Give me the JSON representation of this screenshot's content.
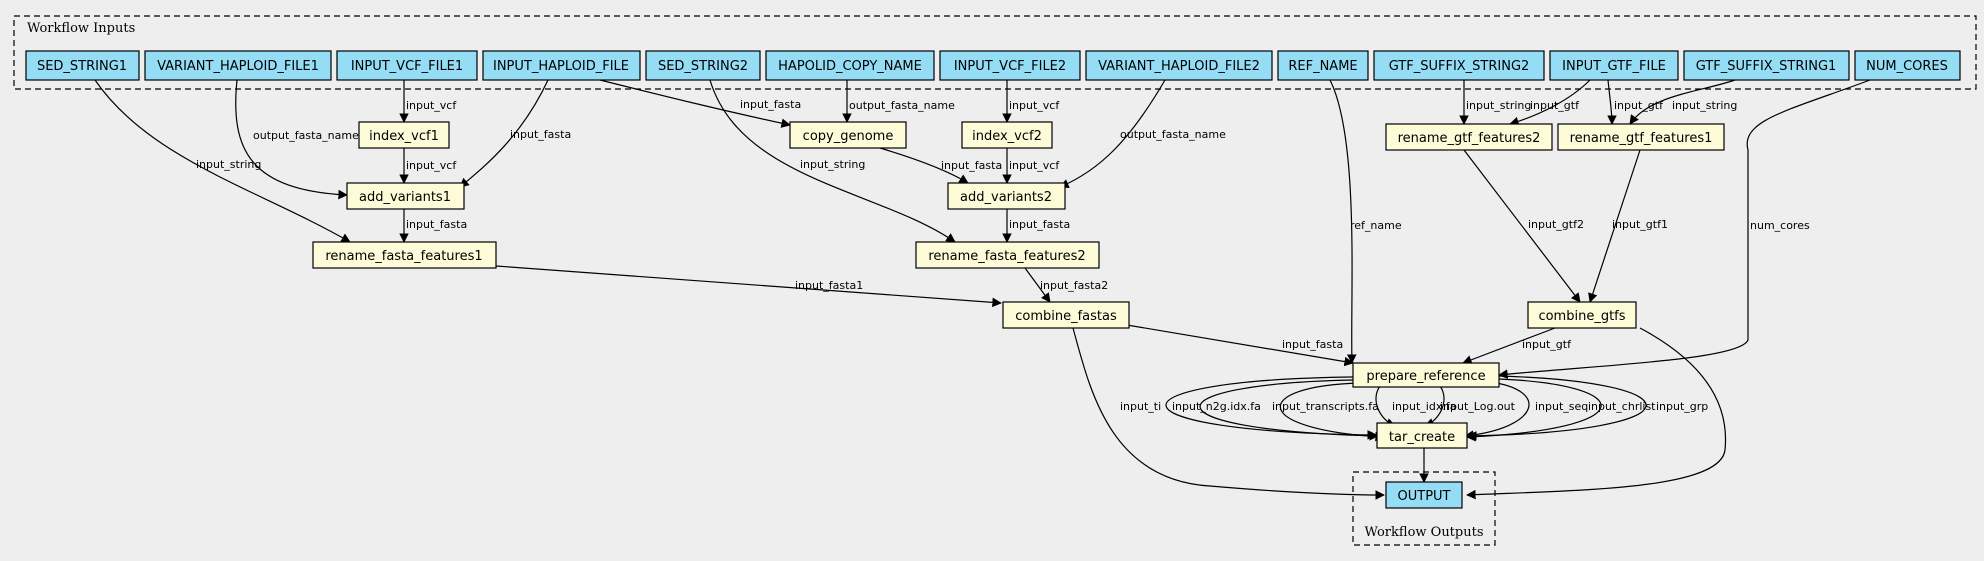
{
  "clusters": {
    "inputs": "Workflow Inputs",
    "outputs": "Workflow Outputs"
  },
  "nodes": {
    "sed_string1": "SED_STRING1",
    "variant_haploid_file1": "VARIANT_HAPLOID_FILE1",
    "input_vcf_file1": "INPUT_VCF_FILE1",
    "input_haploid_file": "INPUT_HAPLOID_FILE",
    "sed_string2": "SED_STRING2",
    "hapolid_copy_name": "HAPOLID_COPY_NAME",
    "input_vcf_file2": "INPUT_VCF_FILE2",
    "variant_haploid_file2": "VARIANT_HAPLOID_FILE2",
    "ref_name": "REF_NAME",
    "gtf_suffix_string2": "GTF_SUFFIX_STRING2",
    "input_gtf_file": "INPUT_GTF_FILE",
    "gtf_suffix_string1": "GTF_SUFFIX_STRING1",
    "num_cores": "NUM_CORES",
    "index_vcf1": "index_vcf1",
    "copy_genome": "copy_genome",
    "index_vcf2": "index_vcf2",
    "rename_gtf_features2": "rename_gtf_features2",
    "rename_gtf_features1": "rename_gtf_features1",
    "add_variants1": "add_variants1",
    "add_variants2": "add_variants2",
    "rename_fasta_features1": "rename_fasta_features1",
    "rename_fasta_features2": "rename_fasta_features2",
    "combine_fastas": "combine_fastas",
    "combine_gtfs": "combine_gtfs",
    "prepare_reference": "prepare_reference",
    "tar_create": "tar_create",
    "output": "OUTPUT"
  },
  "edge_labels": {
    "input_vcf": "input_vcf",
    "input_fasta": "input_fasta",
    "output_fasta_name": "output_fasta_name",
    "input_string": "input_string",
    "input_gtf": "input_gtf",
    "input_gtf1": "input_gtf1",
    "input_gtf2": "input_gtf2",
    "input_fasta1": "input_fasta1",
    "input_fasta2": "input_fasta2",
    "ref_name": "ref_name",
    "num_cores": "num_cores",
    "input_ti": "input_ti",
    "input_n2g": "input_n2g.idx.fa",
    "input_transcripts": "input_transcripts.fa",
    "input_idx": "input_idx.fa",
    "input_log": "input_Log.out",
    "input_seq": "input_seq",
    "input_chrlist": "input_chrlist",
    "input_grp": "input_grp"
  }
}
